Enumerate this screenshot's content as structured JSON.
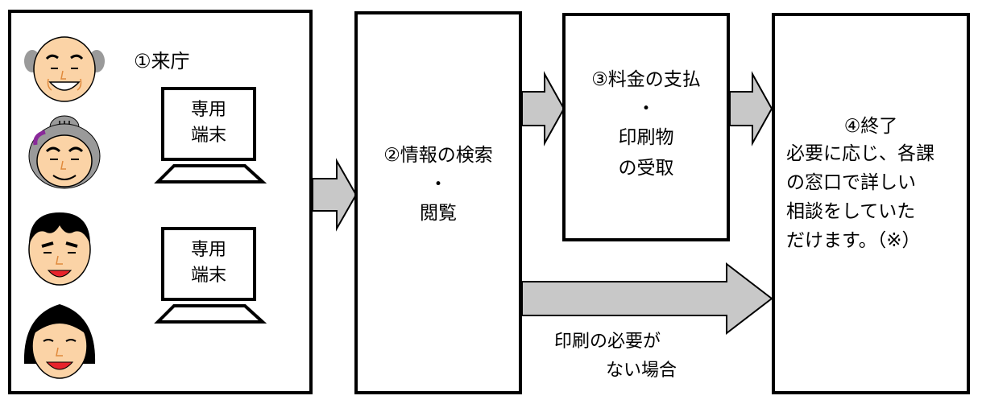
{
  "steps": {
    "visit": {
      "label": "①来庁"
    },
    "terminals": [
      {
        "line1": "専用",
        "line2": "端末"
      },
      {
        "line1": "専用",
        "line2": "端末"
      }
    ],
    "search": {
      "line1": "②情報の検索",
      "line2": "・",
      "line3": "閲覧"
    },
    "payment": {
      "line1": "③料金の支払",
      "line2": "・",
      "line3": "印刷物",
      "line4": "の受取"
    },
    "end": {
      "title": "④終了",
      "line1": "必要に応じ、各課",
      "line2": "の窓口で詳しい",
      "line3": "相談をしていた",
      "line4": "だけます。（※）"
    }
  },
  "bypass": {
    "line1": "印刷の必要が",
    "line2": "ない場合"
  },
  "colors": {
    "arrow_fill": "#c8c8c8",
    "border": "#000000",
    "skin": "#fbd3a6",
    "lip": "#e8232b"
  },
  "icons": [
    "elderly-man-icon",
    "elderly-woman-icon",
    "young-man-icon",
    "young-woman-icon",
    "terminal-icon"
  ]
}
